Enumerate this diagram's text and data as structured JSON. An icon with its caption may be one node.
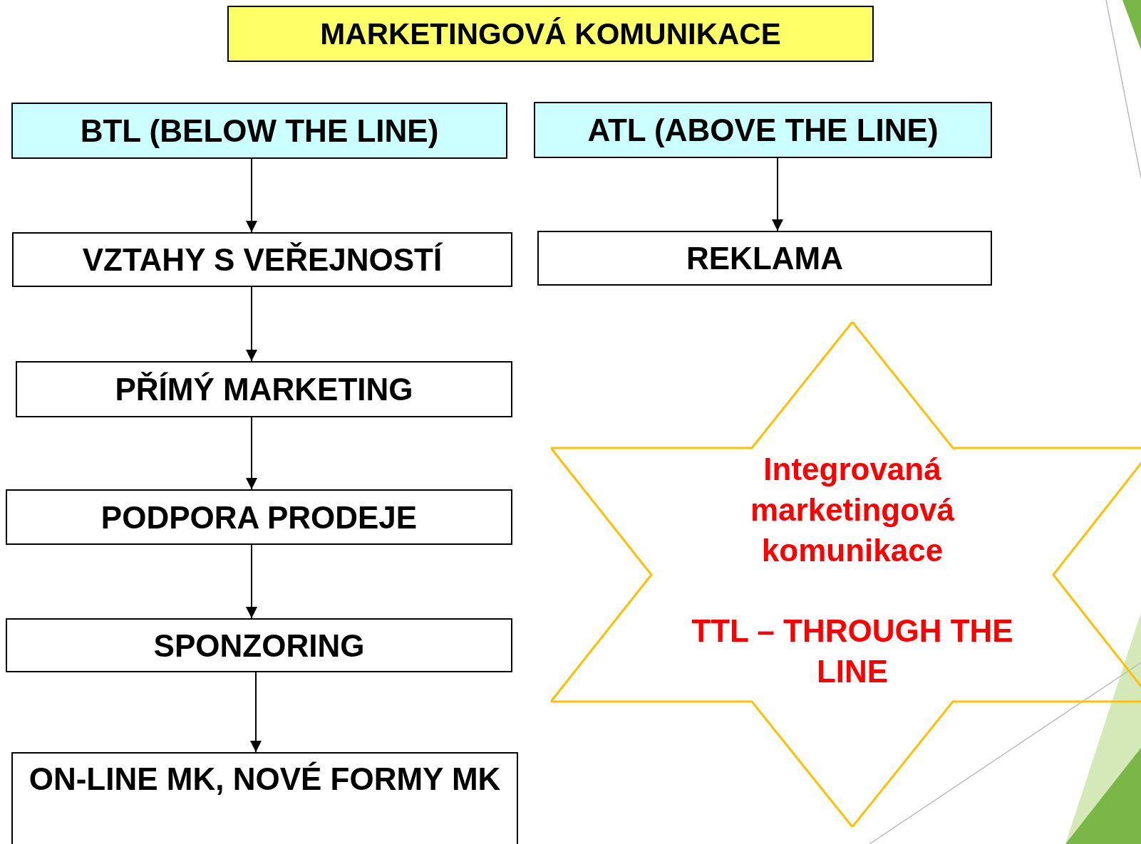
{
  "diagram": {
    "title": "MARKETINGOVÁ KOMUNIKACE",
    "nodes": [
      {
        "text": [
          "BTL (BELOW THE LINE)"
        ]
      },
      {
        "text": [
          "ATL (ABOVE THE LINE)"
        ]
      },
      {
        "text": [
          "VZTAHY S VEŘEJNOSTÍ"
        ]
      },
      {
        "text": [
          "REKLAMA"
        ]
      },
      {
        "text": [
          "PŘÍMÝ MARKETING"
        ]
      },
      {
        "text": [
          "PODPORA PRODEJE"
        ]
      },
      {
        "text": [
          "SPONZORING"
        ]
      },
      {
        "text": [
          "ON-LINE MK, NOVÉ FORMY MK"
        ]
      },
      {
        "text": [
          "Integrovaná marketingová komunikace",
          "TTL – THROUGH THE LINE"
        ]
      }
    ],
    "edges": [
      {
        "from": 0,
        "to": 2,
        "arrow": "to"
      },
      {
        "from": 2,
        "to": 4,
        "arrow": "to"
      },
      {
        "from": 4,
        "to": 5,
        "arrow": "to"
      },
      {
        "from": 5,
        "to": 6,
        "arrow": "to"
      },
      {
        "from": 6,
        "to": 7,
        "arrow": "to"
      },
      {
        "from": 1,
        "to": 3,
        "arrow": "to"
      }
    ]
  }
}
